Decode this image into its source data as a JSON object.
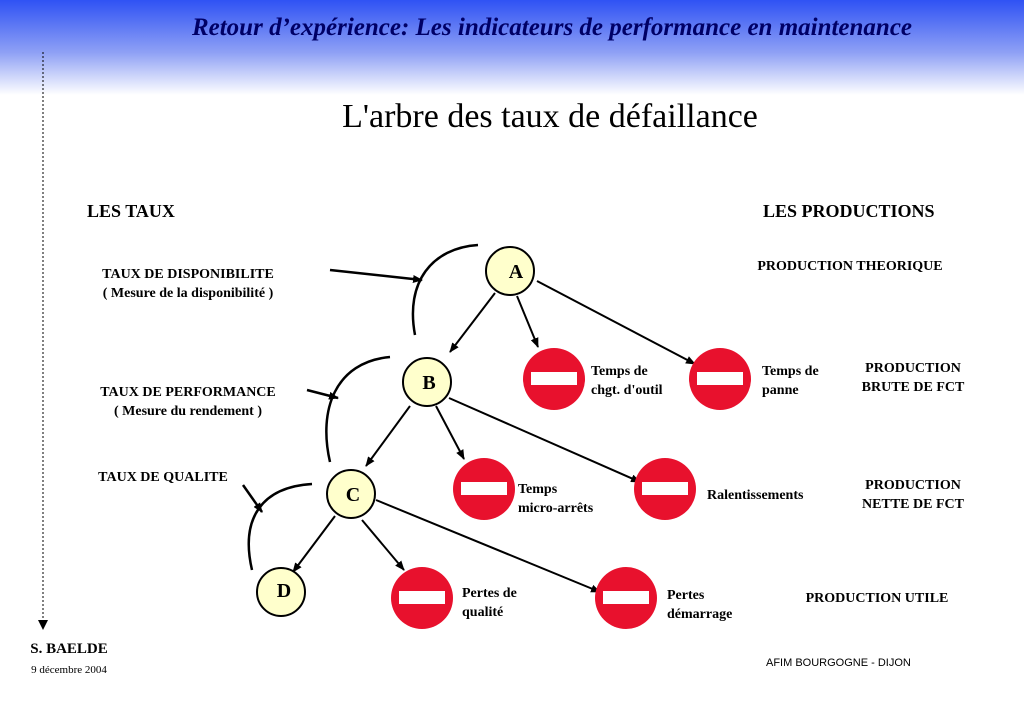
{
  "colors": {
    "header_blue": "#2f52f4",
    "node_fill": "#ffffcc",
    "no_entry_red": "#e8112d"
  },
  "header": {
    "title": "Retour d’expérience: Les indicateurs de performance en maintenance"
  },
  "slide_title": "L'arbre des taux de défaillance",
  "columns": {
    "left": "LES TAUX",
    "right": "LES PRODUCTIONS"
  },
  "taux": {
    "disponibilite": {
      "line1": "TAUX  DE DISPONIBILITE",
      "line2": "( Mesure de la disponibilité )"
    },
    "performance": {
      "line1": "TAUX  DE PERFORMANCE",
      "line2": "( Mesure du rendement )"
    },
    "qualite": {
      "line1": "TAUX  DE QUALITE"
    }
  },
  "nodes": {
    "a": "A",
    "b": "B",
    "c": "C",
    "d": "D"
  },
  "losses": {
    "chgt_outil": {
      "line1": "Temps de",
      "line2": "chgt. d'outil",
      "icon": "no-entry-icon"
    },
    "panne": {
      "line1": "Temps de",
      "line2": "panne",
      "icon": "no-entry-icon"
    },
    "micro_arrets": {
      "line1": "Temps",
      "line2": "micro-arrêts",
      "icon": "no-entry-icon"
    },
    "ralentissements": {
      "line1": "Ralentissements",
      "icon": "no-entry-icon"
    },
    "qualite": {
      "line1": "Pertes de",
      "line2": "qualité",
      "icon": "no-entry-icon"
    },
    "demarrage": {
      "line1": "Pertes",
      "line2": "démarrage",
      "icon": "no-entry-icon"
    }
  },
  "productions": {
    "theorique": "PRODUCTION  THEORIQUE",
    "brute": {
      "line1": "PRODUCTION",
      "line2": "BRUTE DE FCT"
    },
    "nette": {
      "line1": "PRODUCTION",
      "line2": "NETTE DE FCT"
    },
    "utile": "PRODUCTION  UTILE"
  },
  "footer": {
    "author": "S. BAELDE",
    "date": "9 décembre 2004",
    "org": "AFIM BOURGOGNE - DIJON"
  }
}
